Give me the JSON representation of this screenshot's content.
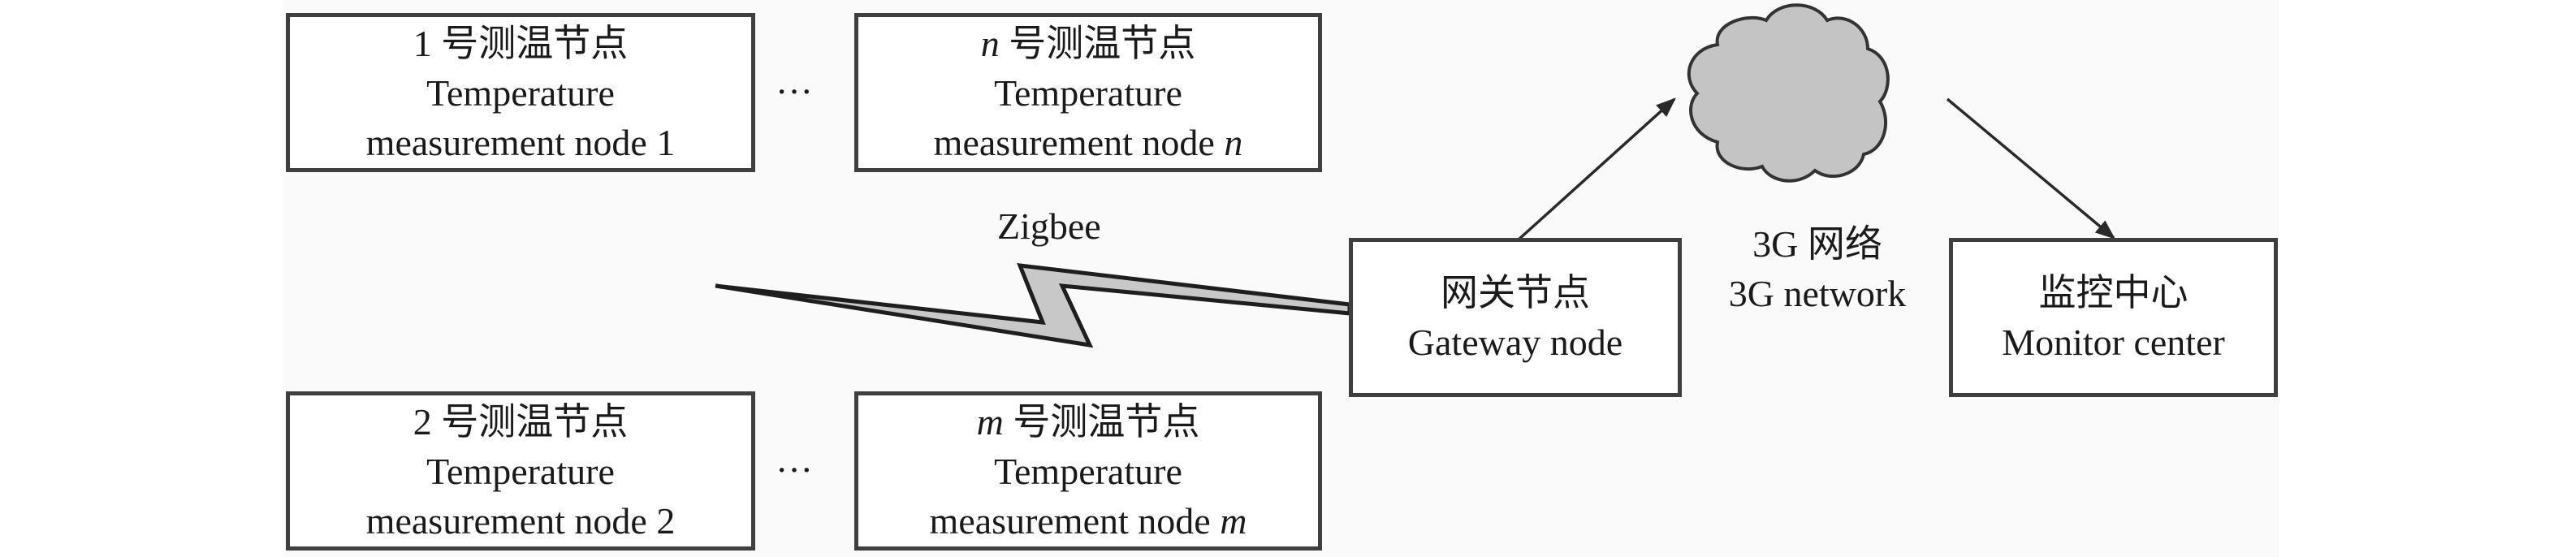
{
  "diagram": {
    "sensor_nodes": [
      {
        "id": "node1",
        "zh_prefix": "1",
        "zh_suffix": " 号测温节点",
        "en_line1": "Temperature",
        "en_line2_prefix": "measurement node ",
        "en_line2_var": "1",
        "var_italic": false
      },
      {
        "id": "noden",
        "zh_prefix": "n",
        "zh_suffix": " 号测温节点",
        "en_line1": "Temperature",
        "en_line2_prefix": "measurement node ",
        "en_line2_var": "n",
        "var_italic": true
      },
      {
        "id": "node2",
        "zh_prefix": "2",
        "zh_suffix": " 号测温节点",
        "en_line1": "Temperature",
        "en_line2_prefix": "measurement node ",
        "en_line2_var": "2",
        "var_italic": false
      },
      {
        "id": "nodem",
        "zh_prefix": "m",
        "zh_suffix": " 号测温节点",
        "en_line1": "Temperature",
        "en_line2_prefix": "measurement node ",
        "en_line2_var": "m",
        "var_italic": true
      }
    ],
    "ellipsis": "···",
    "zigbee_label": "Zigbee",
    "gateway": {
      "zh": "网关节点",
      "en": "Gateway node"
    },
    "network": {
      "zh": "3G 网络",
      "en": "3G network"
    },
    "monitor": {
      "zh": "监控中心",
      "en": "Monitor center"
    },
    "connections": [
      {
        "from": "sensor nodes",
        "to": "gateway",
        "type": "wireless (Zigbee)"
      },
      {
        "from": "gateway",
        "to": "3G network",
        "type": "arrow"
      },
      {
        "from": "3G network",
        "to": "monitor",
        "type": "arrow"
      }
    ],
    "colors": {
      "box_border": "#3f3f3f",
      "cloud_fill": "#c4c4c4",
      "bolt_fill": "#c8c8c8",
      "panel_bg": "#fafafa"
    }
  }
}
